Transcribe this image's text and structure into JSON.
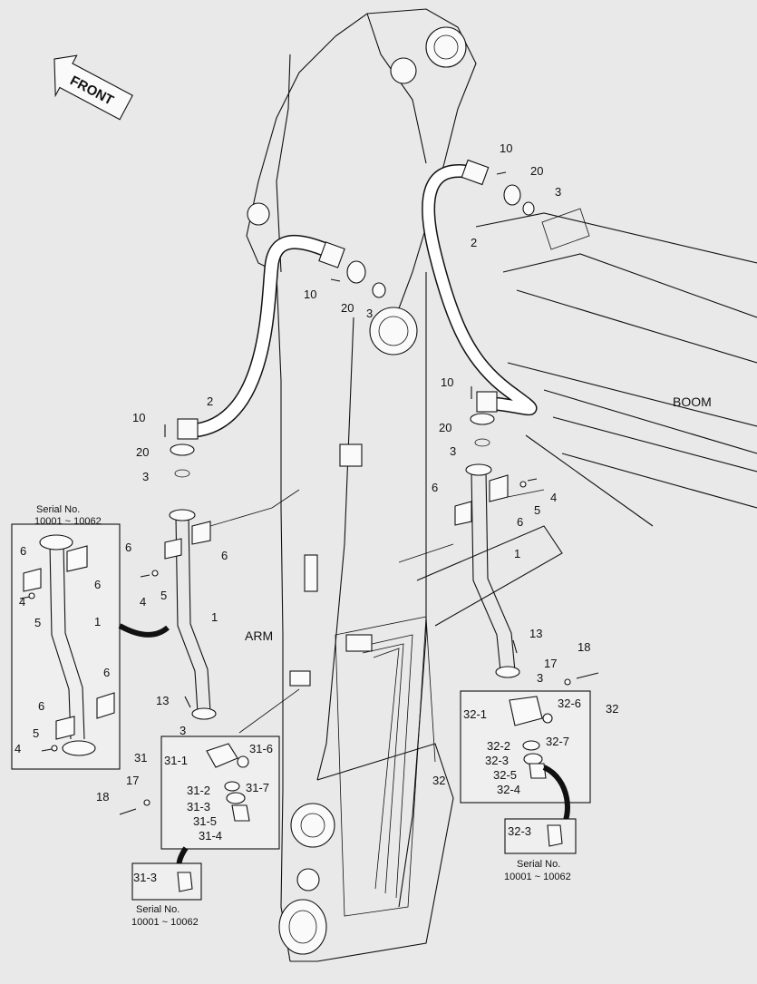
{
  "labels": {
    "front": "FRONT",
    "boom": "BOOM",
    "arm": "ARM",
    "serial_heading": "Serial No.",
    "serial_range": "10001 ~ 10062"
  },
  "callouts": [
    {
      "id": "c-10a",
      "text": "10"
    },
    {
      "id": "c-20a",
      "text": "20"
    },
    {
      "id": "c-3a",
      "text": "3"
    },
    {
      "id": "c-2a",
      "text": "2"
    },
    {
      "id": "c-10b",
      "text": "10"
    },
    {
      "id": "c-20b",
      "text": "20"
    },
    {
      "id": "c-3b",
      "text": "3"
    },
    {
      "id": "c-10c",
      "text": "10"
    },
    {
      "id": "c-2b",
      "text": "2"
    },
    {
      "id": "c-20c",
      "text": "20"
    },
    {
      "id": "c-3c",
      "text": "3"
    },
    {
      "id": "c-10d",
      "text": "10"
    },
    {
      "id": "c-20d",
      "text": "20"
    },
    {
      "id": "c-3d",
      "text": "3"
    },
    {
      "id": "c-4a",
      "text": "4"
    },
    {
      "id": "c-6a",
      "text": "6"
    },
    {
      "id": "c-5a",
      "text": "5"
    },
    {
      "id": "c-6b",
      "text": "6"
    },
    {
      "id": "c-1a",
      "text": "1"
    },
    {
      "id": "c-6c",
      "text": "6"
    },
    {
      "id": "c-6d",
      "text": "6"
    },
    {
      "id": "c-4b",
      "text": "4"
    },
    {
      "id": "c-5b",
      "text": "5"
    },
    {
      "id": "c-1b",
      "text": "1"
    },
    {
      "id": "c-13a",
      "text": "13"
    },
    {
      "id": "c-3e",
      "text": "3"
    },
    {
      "id": "c-13b",
      "text": "13"
    },
    {
      "id": "c-3f",
      "text": "3"
    },
    {
      "id": "c-17a",
      "text": "17"
    },
    {
      "id": "c-18a",
      "text": "18"
    },
    {
      "id": "c-17b",
      "text": "17"
    },
    {
      "id": "c-18b",
      "text": "18"
    },
    {
      "id": "c-31",
      "text": "31"
    },
    {
      "id": "c-31-1",
      "text": "31-1"
    },
    {
      "id": "c-31-6",
      "text": "31-6"
    },
    {
      "id": "c-31-7",
      "text": "31-7"
    },
    {
      "id": "c-31-2",
      "text": "31-2"
    },
    {
      "id": "c-31-3",
      "text": "31-3"
    },
    {
      "id": "c-31-5",
      "text": "31-5"
    },
    {
      "id": "c-31-4",
      "text": "31-4"
    },
    {
      "id": "c-31-3b",
      "text": "31-3"
    },
    {
      "id": "c-32",
      "text": "32"
    },
    {
      "id": "c-32b",
      "text": "32"
    },
    {
      "id": "c-32-1",
      "text": "32-1"
    },
    {
      "id": "c-32-6",
      "text": "32-6"
    },
    {
      "id": "c-32-7",
      "text": "32-7"
    },
    {
      "id": "c-32-2",
      "text": "32-2"
    },
    {
      "id": "c-32-3",
      "text": "32-3"
    },
    {
      "id": "c-32-5",
      "text": "32-5"
    },
    {
      "id": "c-32-4",
      "text": "32-4"
    },
    {
      "id": "c-32-3b",
      "text": "32-3"
    },
    {
      "id": "d-6a",
      "text": "6"
    },
    {
      "id": "d-6b",
      "text": "6"
    },
    {
      "id": "d-4a",
      "text": "4"
    },
    {
      "id": "d-5a",
      "text": "5"
    },
    {
      "id": "d-1",
      "text": "1"
    },
    {
      "id": "d-6c",
      "text": "6"
    },
    {
      "id": "d-6d",
      "text": "6"
    },
    {
      "id": "d-5b",
      "text": "5"
    },
    {
      "id": "d-4b",
      "text": "4"
    }
  ]
}
